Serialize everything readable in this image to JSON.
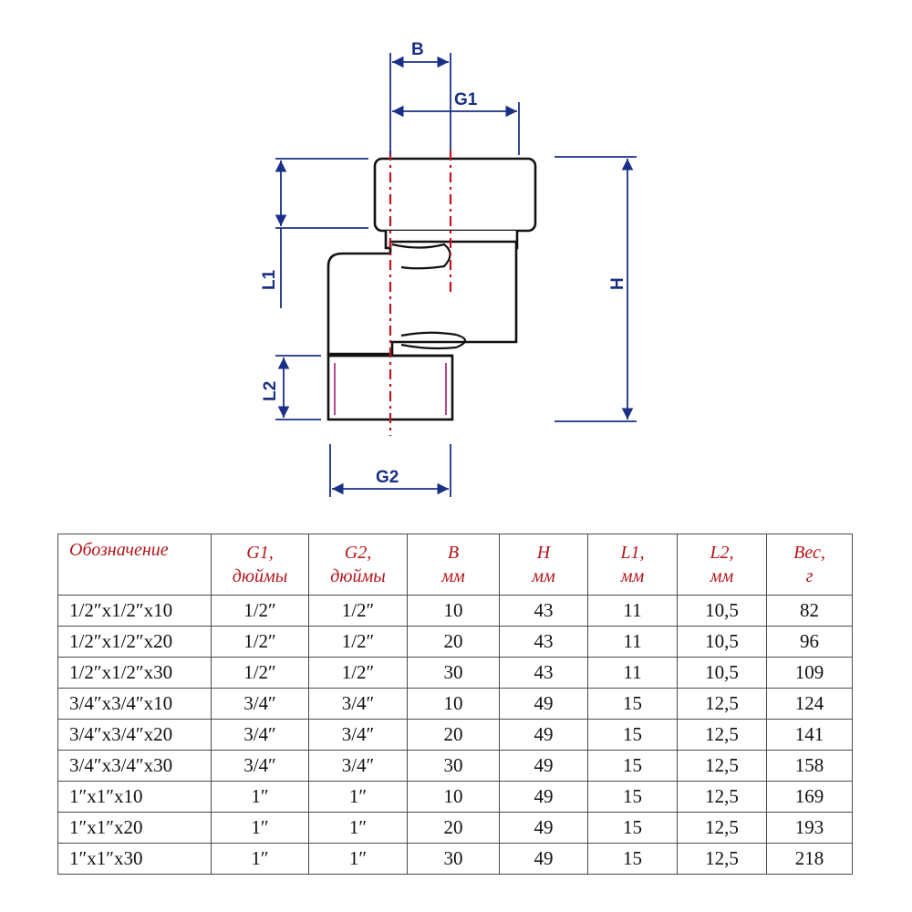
{
  "drawing": {
    "labels": {
      "b": "B",
      "g1": "G1",
      "g2": "G2",
      "h": "H",
      "l1": "L1",
      "l2": "L2"
    }
  },
  "table": {
    "headers": [
      {
        "line1": "Обозначение",
        "line2": ""
      },
      {
        "line1": "G1,",
        "line2": "дюймы"
      },
      {
        "line1": "G2,",
        "line2": "дюймы"
      },
      {
        "line1": "B",
        "line2": "мм"
      },
      {
        "line1": "H",
        "line2": "мм"
      },
      {
        "line1": "L1,",
        "line2": "мм"
      },
      {
        "line1": "L2,",
        "line2": "мм"
      },
      {
        "line1": "Вес,",
        "line2": "г"
      }
    ],
    "rows": [
      [
        "1/2″x1/2″x10",
        "1/2″",
        "1/2″",
        "10",
        "43",
        "11",
        "10,5",
        "82"
      ],
      [
        "1/2″x1/2″x20",
        "1/2″",
        "1/2″",
        "20",
        "43",
        "11",
        "10,5",
        "96"
      ],
      [
        "1/2″x1/2″x30",
        "1/2″",
        "1/2″",
        "30",
        "43",
        "11",
        "10,5",
        "109"
      ],
      [
        "3/4″x3/4″x10",
        "3/4″",
        "3/4″",
        "10",
        "49",
        "15",
        "12,5",
        "124"
      ],
      [
        "3/4″x3/4″x20",
        "3/4″",
        "3/4″",
        "20",
        "49",
        "15",
        "12,5",
        "141"
      ],
      [
        "3/4″x3/4″x30",
        "3/4″",
        "3/4″",
        "30",
        "49",
        "15",
        "12,5",
        "158"
      ],
      [
        "1″x1″x10",
        "1″",
        "1″",
        "10",
        "49",
        "15",
        "12,5",
        "169"
      ],
      [
        "1″x1″x20",
        "1″",
        "1″",
        "20",
        "49",
        "15",
        "12,5",
        "193"
      ],
      [
        "1″x1″x30",
        "1″",
        "1″",
        "30",
        "49",
        "15",
        "12,5",
        "218"
      ]
    ]
  },
  "colors": {
    "dimension": "#1a2f86",
    "axis": "#c0141e",
    "header_text": "#b3151b",
    "outline": "#111111"
  }
}
